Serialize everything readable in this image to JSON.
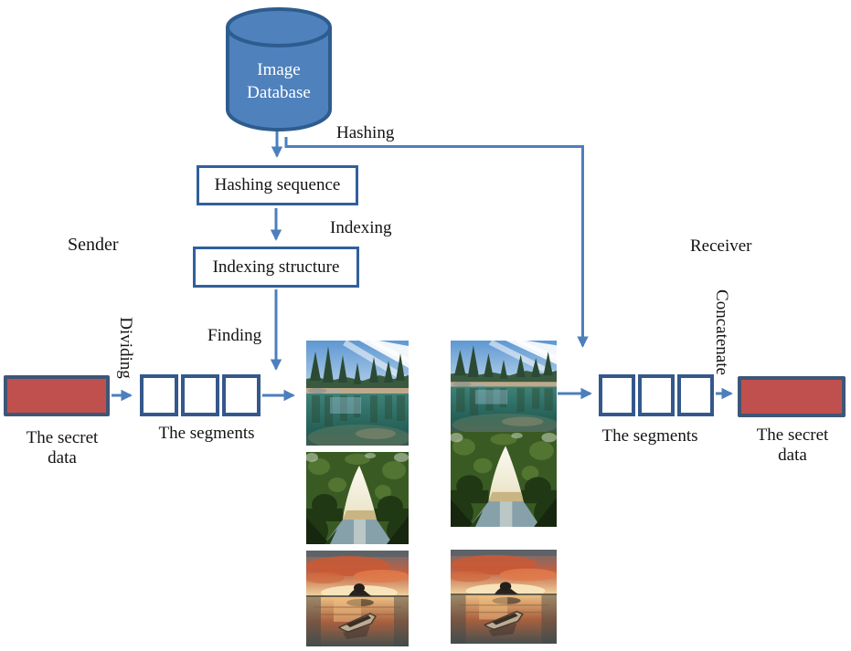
{
  "title": "Coverless image steganography scheme diagram",
  "database": {
    "label": "Image Database"
  },
  "boxes": {
    "hashing_sequence": "Hashing sequence",
    "indexing_structure": "Indexing structure"
  },
  "labels": {
    "hashing": "Hashing",
    "indexing": "Indexing",
    "finding": "Finding",
    "dividing": "Dividing",
    "concatenate": "Concatenate",
    "sender": "Sender",
    "receiver": "Receiver"
  },
  "sender_side": {
    "secret_data_label": "The secret data",
    "segments_label": "The segments",
    "segment_count": 3
  },
  "receiver_side": {
    "secret_data_label": "The secret data",
    "segments_label": "The segments",
    "segment_count": 3
  },
  "image_columns": {
    "sender": [
      "forest-lake",
      "mangrove-arch",
      "sunset-boat"
    ],
    "receiver": [
      "forest-lake",
      "mangrove-arch",
      "sunset-boat"
    ]
  },
  "colors": {
    "arrow_blue": "#4C7FBE",
    "box_border_blue": "#31609C",
    "cylinder_fill": "#4F81BD",
    "cylinder_stroke": "#2E5C8F",
    "segment_border": "#35588A",
    "secret_fill": "#C0504D",
    "secret_border": "#3E5677"
  }
}
